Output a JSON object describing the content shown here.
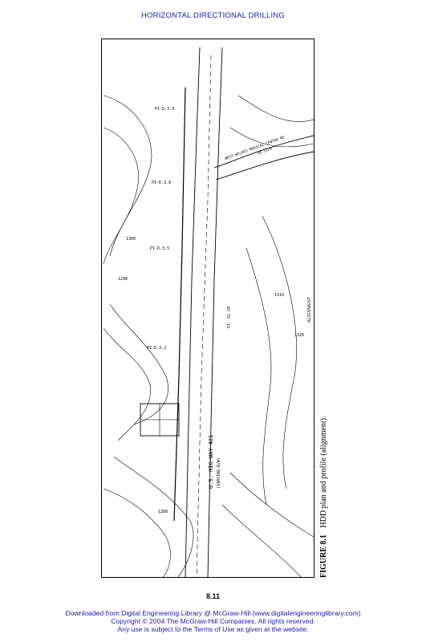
{
  "header": {
    "running_head": "HORIZONTAL DIRECTIONAL DRILLING"
  },
  "figure": {
    "label": "FIGURE 8.1",
    "caption": "HDD plan and profile (alignment).",
    "side_note": "ALIGNMENT",
    "map_labels": {
      "highway": "U.S. HIG-WAY 421",
      "highway_sub": "(VARYING R/W)",
      "road": "WEST WILKES MEDICAL CENTER RD",
      "road_sub": "SR 1129",
      "station": "ST. 51 CM",
      "pi_1": "PI-D.3.9",
      "pi_2": "PI-D.3.8",
      "pi_3": "PI-D.3.5",
      "pi_4": "PI-D.3.2",
      "contour_1": "1300",
      "contour_2": "1290",
      "contour_3": "1280",
      "contour_4": "1310",
      "contour_5": "1320"
    }
  },
  "page": {
    "number": "8.11"
  },
  "footer": {
    "line1": "Downloaded from Digital Engineering Library @ McGraw-Hill (www.digitalengineeringlibrary.com)",
    "line2": "Copyright © 2004 The McGraw-Hill Companies. All rights reserved.",
    "line3": "Any use is subject to the Terms of Use as given at the website."
  }
}
